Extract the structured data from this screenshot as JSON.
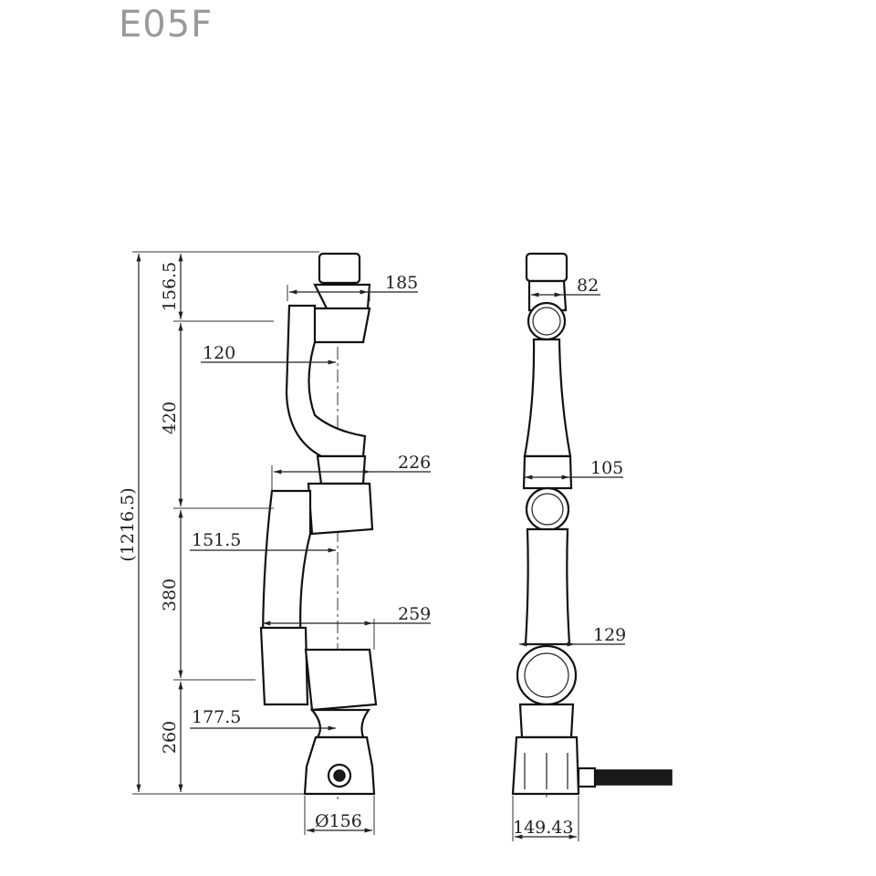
{
  "title": "E05F",
  "front_view": {
    "dimensions": {
      "overall_height": "(1216.5)",
      "seg_top": "156.5",
      "seg_upper": "420",
      "seg_middle": "380",
      "seg_base": "260",
      "offset_185": "185",
      "offset_120": "120",
      "offset_226": "226",
      "offset_151_5": "151.5",
      "offset_259": "259",
      "offset_177_5": "177.5",
      "base_diameter": "Ø156"
    }
  },
  "side_view": {
    "dimensions": {
      "width_82": "82",
      "width_105": "105",
      "width_129": "129",
      "base_width": "149.43"
    }
  }
}
